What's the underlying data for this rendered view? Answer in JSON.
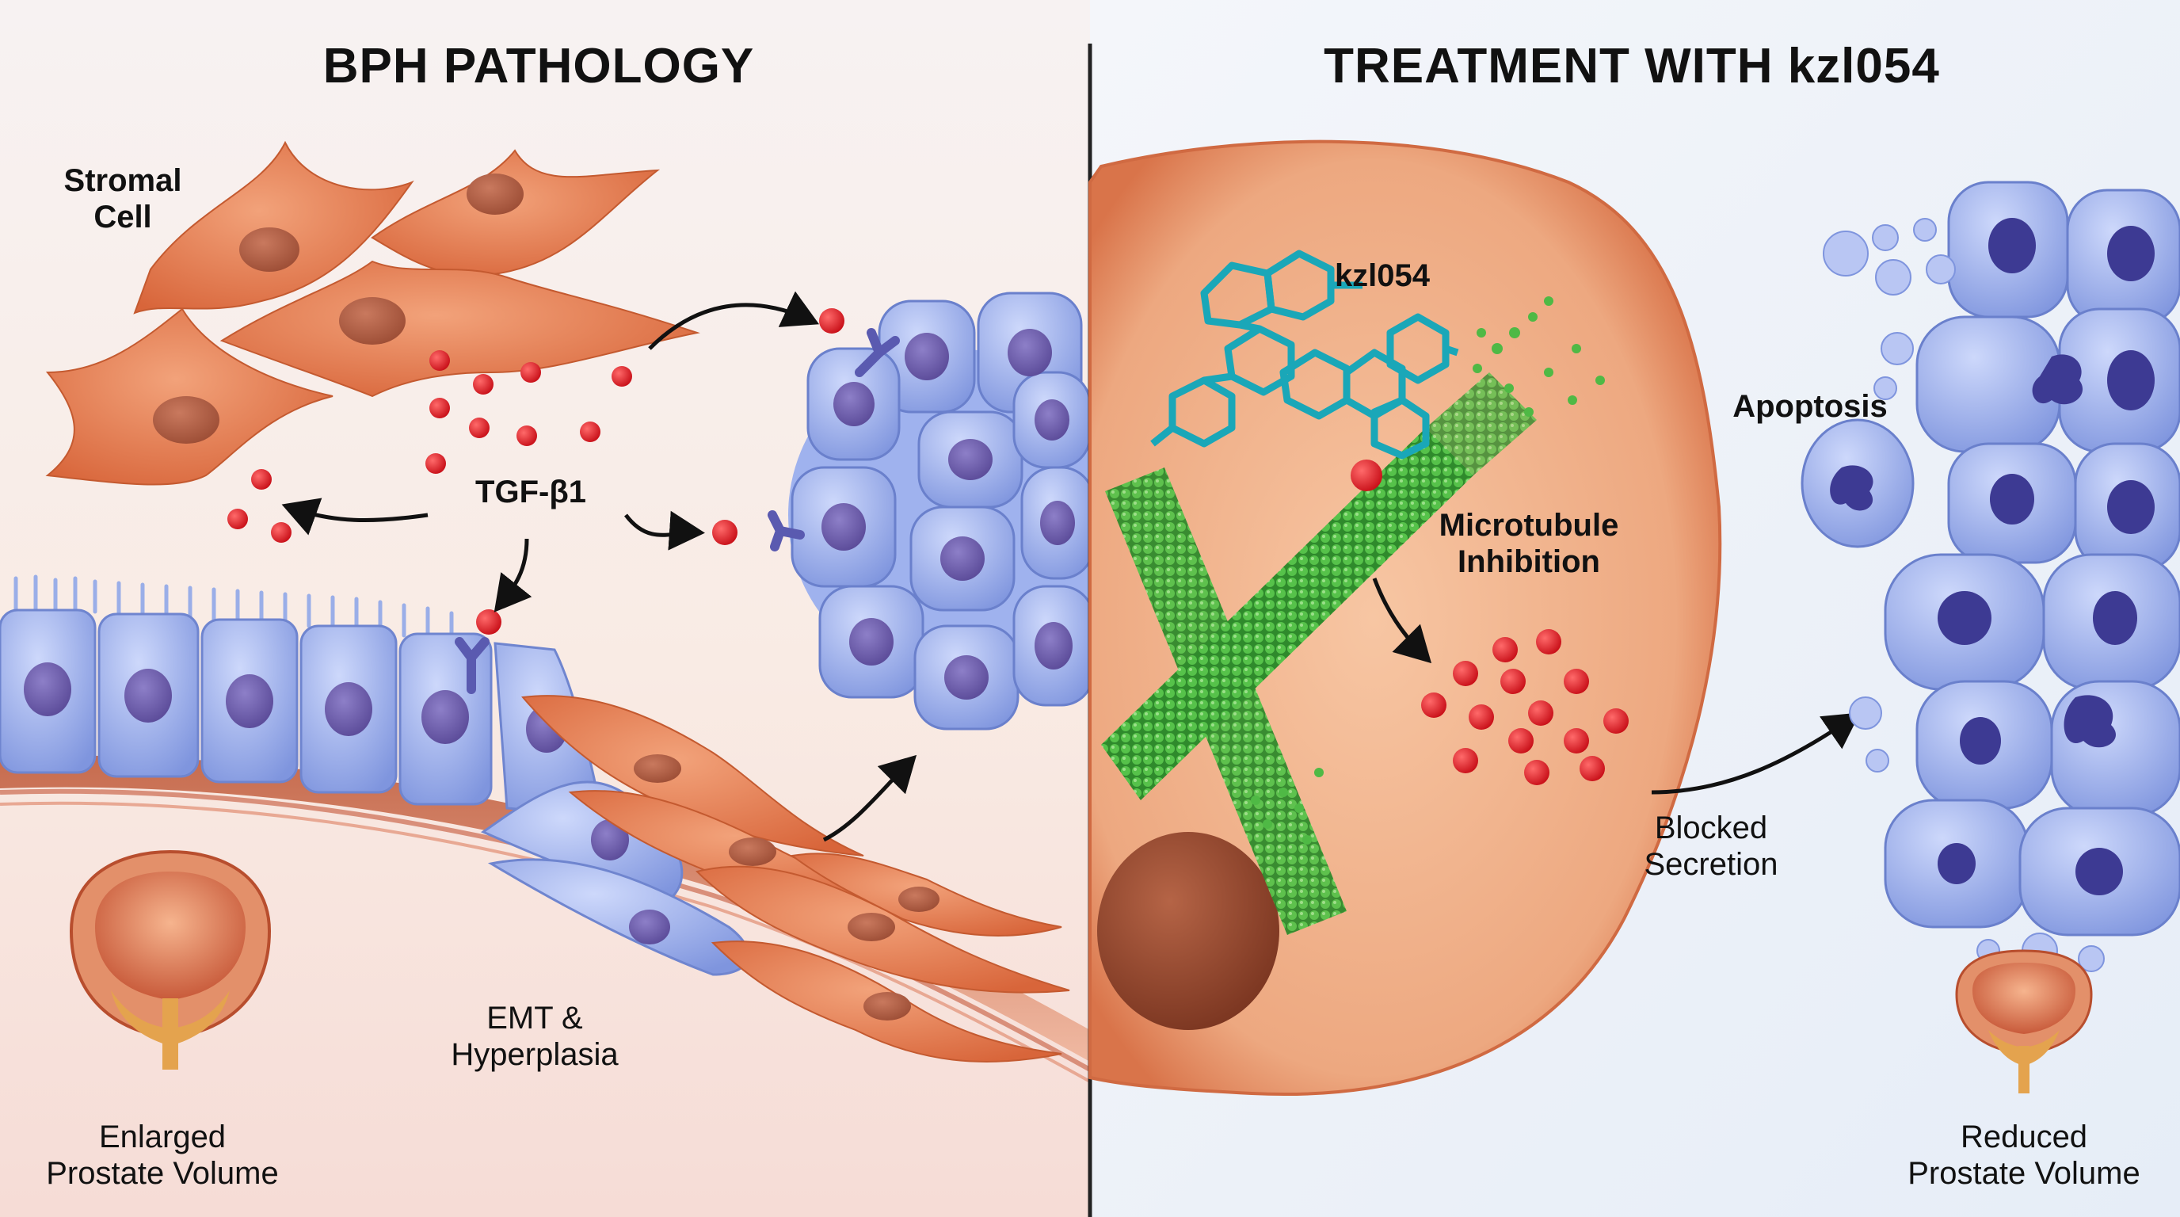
{
  "left_panel": {
    "title": "BPH PATHOLOGY",
    "labels": {
      "stromal_cell": "Stromal\nCell",
      "tgf": "TGF-β1",
      "emt": "EMT &\nHyperplasia",
      "enlarged": "Enlarged\nProstate Volume"
    }
  },
  "right_panel": {
    "title": "TREATMENT WITH kzl054",
    "labels": {
      "compound": "kzl054",
      "microtubule": "Microtubule\nInhibition",
      "apoptosis": "Apoptosis",
      "blocked": "Blocked\nSecretion",
      "reduced": "Reduced\nProstate Volume"
    }
  },
  "colors": {
    "stromal_orange": "#e27d4f",
    "epithelial_blue": "#8fa6e8",
    "nucleus_purple": "#6a5aa8",
    "tgf_red": "#e01b24",
    "receptor_purple": "#5a5ab0",
    "microtubule_green": "#3fae3a",
    "molecule_teal": "#1aa7b8",
    "divider": "#222222"
  }
}
